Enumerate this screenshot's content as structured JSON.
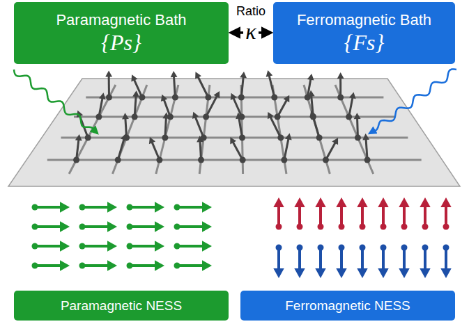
{
  "diagram": {
    "nodes": [
      {
        "text": [
          "Paramagnetic Bath",
          "{Ps}"
        ]
      },
      {
        "text": [
          "Ferromagnetic Bath",
          "{Fs}"
        ]
      },
      {
        "text": [
          "Paramagnetic NESS"
        ]
      },
      {
        "text": [
          "Ferromagnetic NESS"
        ]
      }
    ],
    "edges": [
      {
        "from": 0,
        "to": 1,
        "arrow": "both",
        "label": "κ"
      }
    ],
    "labels": [
      "Ratio"
    ]
  }
}
